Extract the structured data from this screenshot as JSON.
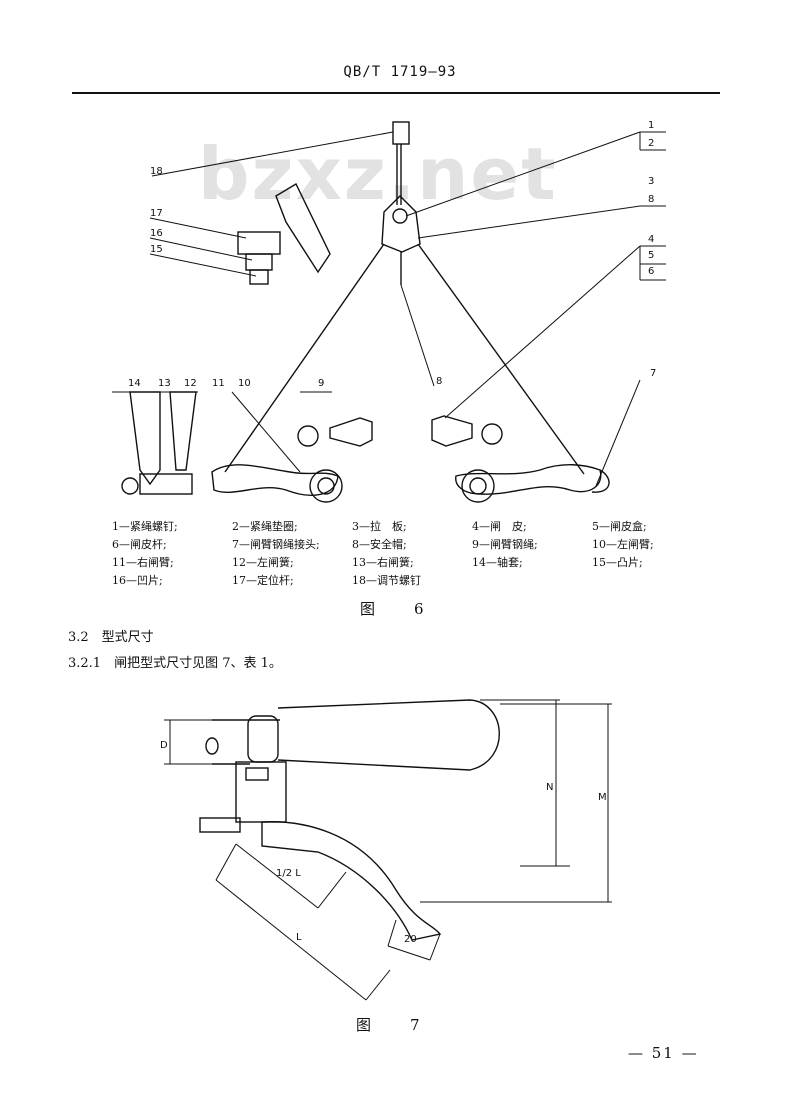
{
  "header": {
    "standard_no": "QB/T 1719—93"
  },
  "watermark": "bzxz.net",
  "figure6": {
    "part_numbers": [
      "18",
      "17",
      "16",
      "15",
      "14",
      "13",
      "12",
      "11",
      "10",
      "1",
      "2",
      "3",
      "8",
      "4",
      "5",
      "6",
      "9",
      "8",
      "7"
    ],
    "legend": [
      [
        "1—紧绳螺钉;",
        "2—紧绳垫圈;",
        "3—拉　板;",
        "4—闸　皮;",
        "5—闸皮盒;"
      ],
      [
        "6—闸皮杆;",
        "7—闸臂钢绳接头;",
        "8—安全帽;",
        "9—闸臂钢绳;",
        "10—左闸臂;"
      ],
      [
        "11—右闸臂;",
        "12—左闸簧;",
        "13—右闸簧;",
        "14—轴套;",
        "15—凸片;"
      ],
      [
        "16—凹片;",
        "17—定位杆;",
        "18—调节螺钉",
        "",
        ""
      ]
    ],
    "caption": "图　6"
  },
  "section": {
    "heading": "3.2　型式尺寸",
    "text": "3.2.1　闸把型式尺寸见图 7、表 1。"
  },
  "figure7": {
    "dim_labels": {
      "d": "D",
      "n": "N",
      "m": "M",
      "half_l": "1/2 L",
      "l": "L",
      "w": "20"
    },
    "caption": "图　7"
  },
  "page_number": "— 51 —"
}
